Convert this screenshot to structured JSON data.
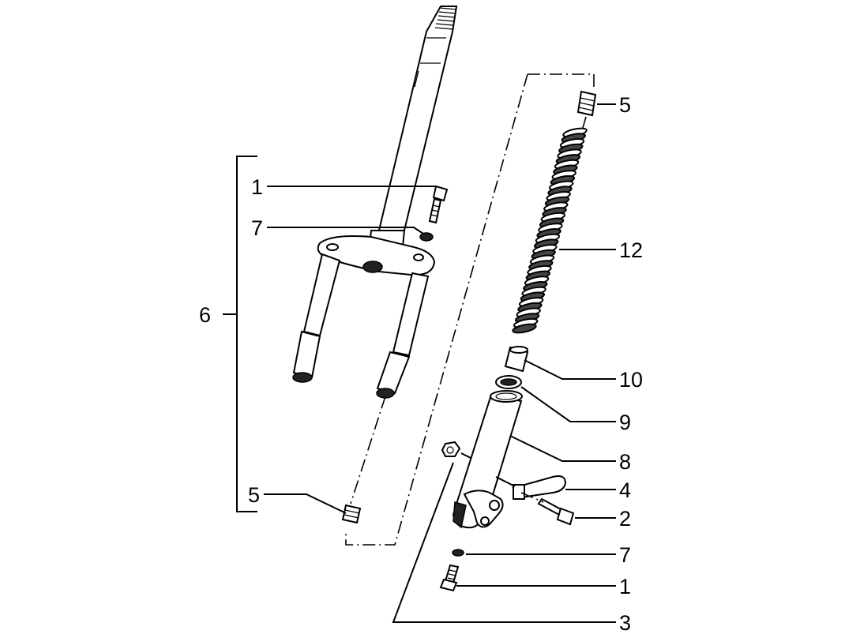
{
  "labels": {
    "left_1": "1",
    "left_7": "7",
    "left_6": "6",
    "left_5": "5",
    "right_5": "5",
    "right_12": "12",
    "right_10": "10",
    "right_9": "9",
    "right_8": "8",
    "right_4": "4",
    "right_2": "2",
    "right_7": "7",
    "right_1": "1",
    "right_3": "3"
  },
  "icons": {
    "steering_fork": "fork-assembly-icon",
    "spring": "coil-spring-icon",
    "fork_leg": "fork-leg-tube-icon",
    "clamp": "clamp-icon"
  }
}
